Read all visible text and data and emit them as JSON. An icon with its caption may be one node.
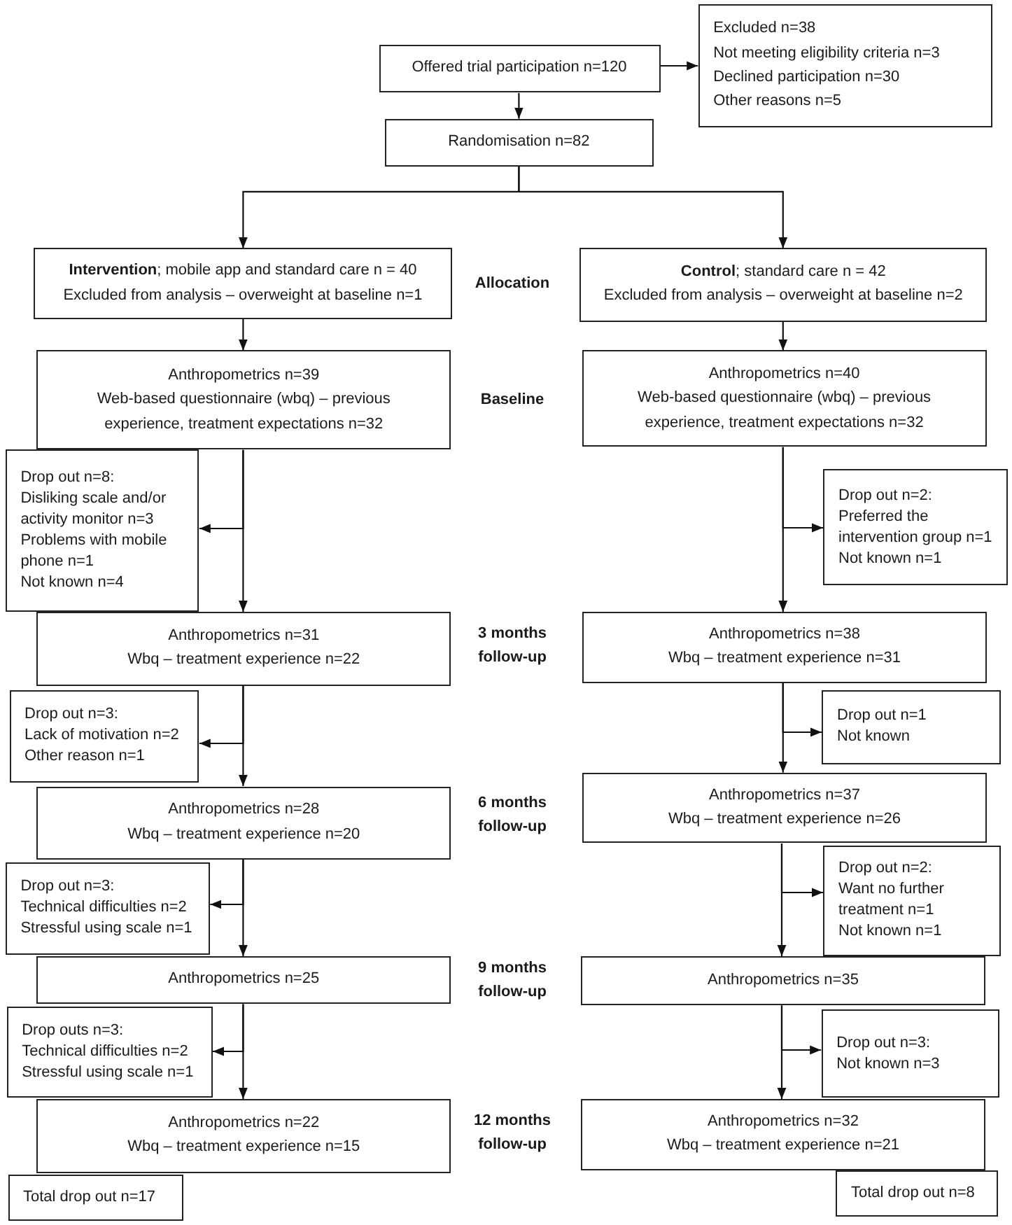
{
  "diagram": {
    "nodes": [
      {
        "text": [
          "Offered trial participation n=120"
        ]
      },
      {
        "text": [
          "Excluded n=38",
          "Not meeting eligibility criteria n=3",
          "Declined participation n=30",
          "Other reasons n=5"
        ]
      },
      {
        "text": [
          "Randomisation n=82"
        ]
      },
      {
        "text": [
          "**Intervention**; mobile app and standard care n = 40",
          "Excluded from analysis – overweight at baseline n=1"
        ]
      },
      {
        "text": [
          "**Control**; standard care n = 42",
          "Excluded from analysis – overweight at baseline n=2"
        ]
      },
      {
        "text": [
          "Anthropometrics n=39",
          "Web-based questionnaire (wbq) – previous experience, treatment expectations n=32"
        ]
      },
      {
        "text": [
          "Anthropometrics n=40",
          "Web-based questionnaire (wbq) – previous experience, treatment expectations n=32"
        ]
      },
      {
        "text": [
          "Drop out n=8:",
          "Disliking scale and/or activity monitor n=3",
          "Problems with mobile phone n=1",
          "Not known n=4"
        ]
      },
      {
        "text": [
          "Drop out n=2:",
          "Preferred the intervention group n=1",
          "Not known n=1"
        ]
      },
      {
        "text": [
          "Anthropometrics n=31",
          "Wbq – treatment experience n=22"
        ]
      },
      {
        "text": [
          "Anthropometrics n=38",
          "Wbq – treatment experience n=31"
        ]
      },
      {
        "text": [
          "Drop out n=3:",
          "Lack of motivation n=2",
          "Other reason n=1"
        ]
      },
      {
        "text": [
          "Drop out n=1",
          "Not known"
        ]
      },
      {
        "text": [
          "Anthropometrics n=28",
          "Wbq – treatment experience n=20"
        ]
      },
      {
        "text": [
          "Anthropometrics n=37",
          "Wbq – treatment experience n=26"
        ]
      },
      {
        "text": [
          "Drop out n=3:",
          "Technical difficulties n=2",
          "Stressful using scale n=1"
        ]
      },
      {
        "text": [
          "Drop out n=2:",
          "Want no further treatment n=1",
          "Not known n=1"
        ]
      },
      {
        "text": [
          "Anthropometrics n=25"
        ]
      },
      {
        "text": [
          "Anthropometrics n=35"
        ]
      },
      {
        "text": [
          "Drop outs n=3:",
          "Technical difficulties n=2",
          "Stressful using scale n=1"
        ]
      },
      {
        "text": [
          "Drop out n=3:",
          "Not known n=3"
        ]
      },
      {
        "text": [
          "Anthropometrics n=22",
          "Wbq – treatment experience n=15"
        ]
      },
      {
        "text": [
          "Anthropometrics n=32",
          "Wbq – treatment experience n=21"
        ]
      },
      {
        "text": [
          "Total drop out n=17"
        ]
      },
      {
        "text": [
          "Total drop out n=8"
        ]
      }
    ],
    "edges": [
      {
        "from": 0,
        "to": 1,
        "arrow": "to"
      },
      {
        "from": 0,
        "to": 2,
        "arrow": "to"
      },
      {
        "from": 2,
        "to": 3,
        "arrow": "to"
      },
      {
        "from": 2,
        "to": 4,
        "arrow": "to"
      },
      {
        "from": 3,
        "to": 5,
        "arrow": "to"
      },
      {
        "from": 4,
        "to": 6,
        "arrow": "to"
      },
      {
        "from": 5,
        "to": 7,
        "arrow": "to"
      },
      {
        "from": 5,
        "to": 9,
        "arrow": "to"
      },
      {
        "from": 6,
        "to": 8,
        "arrow": "to"
      },
      {
        "from": 6,
        "to": 10,
        "arrow": "to"
      },
      {
        "from": 9,
        "to": 11,
        "arrow": "to"
      },
      {
        "from": 9,
        "to": 13,
        "arrow": "to"
      },
      {
        "from": 10,
        "to": 12,
        "arrow": "to"
      },
      {
        "from": 10,
        "to": 14,
        "arrow": "to"
      },
      {
        "from": 13,
        "to": 15,
        "arrow": "to"
      },
      {
        "from": 13,
        "to": 17,
        "arrow": "to"
      },
      {
        "from": 14,
        "to": 16,
        "arrow": "to"
      },
      {
        "from": 14,
        "to": 18,
        "arrow": "to"
      },
      {
        "from": 17,
        "to": 19,
        "arrow": "to"
      },
      {
        "from": 17,
        "to": 21,
        "arrow": "to"
      },
      {
        "from": 18,
        "to": 20,
        "arrow": "to"
      },
      {
        "from": 18,
        "to": 22,
        "arrow": "to"
      }
    ],
    "labels": [
      "Allocation",
      "Baseline",
      "3 months follow-up",
      "6 months follow-up",
      "9 months follow-up",
      "12 months follow-up"
    ]
  }
}
